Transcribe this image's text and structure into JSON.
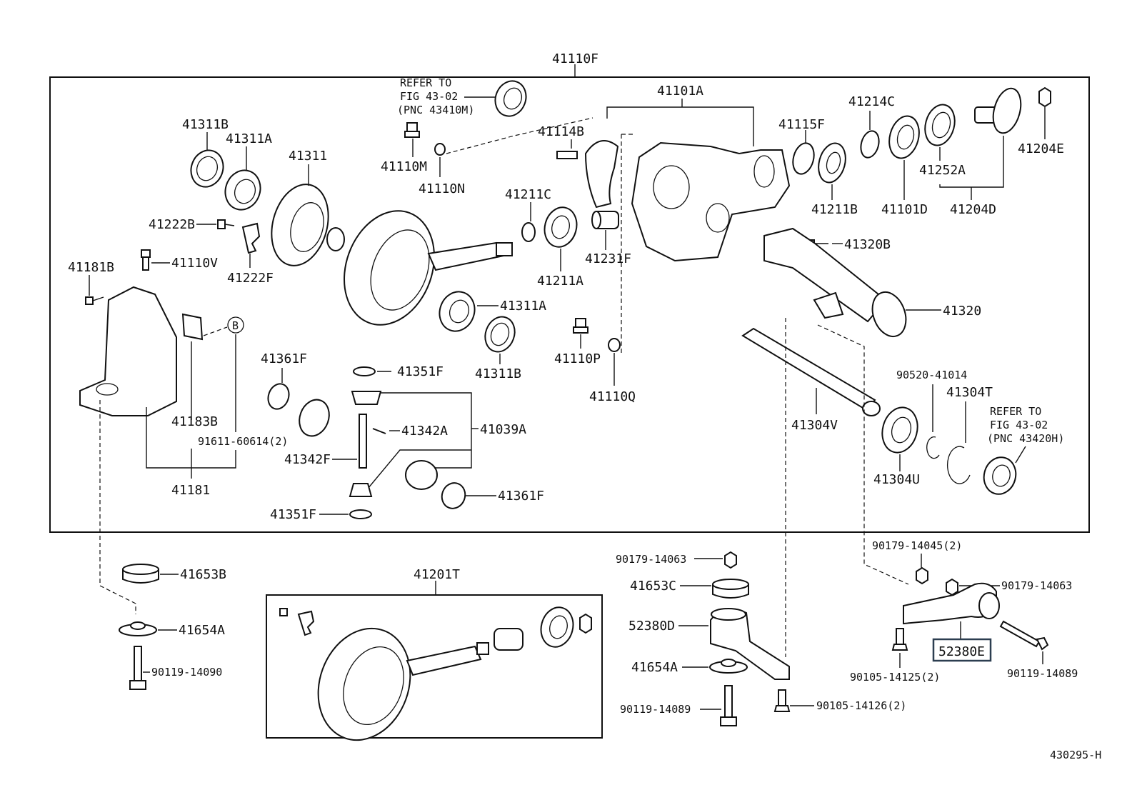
{
  "assembly_label": "41110F",
  "kit_label": "41201T",
  "figure_number": "430295-H",
  "highlighted_part": "52380E",
  "highlight_color": "#2c3e50",
  "circle_marker": "B",
  "notes": {
    "refer_top_line1": "REFER TO",
    "refer_top_line2": "FIG 43-02",
    "refer_top_line3": "(PNC 43410M)",
    "refer_right_line1": "REFER TO",
    "refer_right_line2": "FIG 43-02",
    "refer_right_line3": "(PNC 43420H)"
  },
  "labels": {
    "p41311B_top": "41311B",
    "p41311A_top": "41311A",
    "p41311": "41311",
    "p41110M": "41110M",
    "p41110N": "41110N",
    "p41114B": "41114B",
    "p41101A": "41101A",
    "p41115F": "41115F",
    "p41214C": "41214C",
    "p41204E": "41204E",
    "p41252A": "41252A",
    "p41204D": "41204D",
    "p41101D": "41101D",
    "p41211B": "41211B",
    "p41211C": "41211C",
    "p41222B": "41222B",
    "p41110V": "41110V",
    "p41222F": "41222F",
    "p41231F": "41231F",
    "p41211A": "41211A",
    "p41320B": "41320B",
    "p41181B": "41181B",
    "p41311A_mid": "41311A",
    "p41320": "41320",
    "p41311B_mid": "41311B",
    "p41110P": "41110P",
    "p41110Q": "41110Q",
    "p41361F_top": "41361F",
    "p41351F_top": "41351F",
    "p41342A": "41342A",
    "p41039A": "41039A",
    "p41342F": "41342F",
    "p41183B": "41183B",
    "p91611": "91611-60614(2)",
    "p41181": "41181",
    "p41361F_bot": "41361F",
    "p41351F_bot": "41351F",
    "p90520": "90520-41014",
    "p41304T": "41304T",
    "p41304V": "41304V",
    "p41304U": "41304U",
    "p41653B": "41653B",
    "p41654A_left": "41654A",
    "p90119_14090": "90119-14090",
    "p90179_14063_mid": "90179-14063",
    "p41653C": "41653C",
    "p52380D": "52380D",
    "p41654A_mid": "41654A",
    "p90119_14089_mid": "90119-14089",
    "p90105_14126": "90105-14126(2)",
    "p90179_14045": "90179-14045(2)",
    "p90179_14063_right": "90179-14063",
    "p90105_14125": "90105-14125(2)",
    "p90119_14089_right": "90119-14089"
  }
}
